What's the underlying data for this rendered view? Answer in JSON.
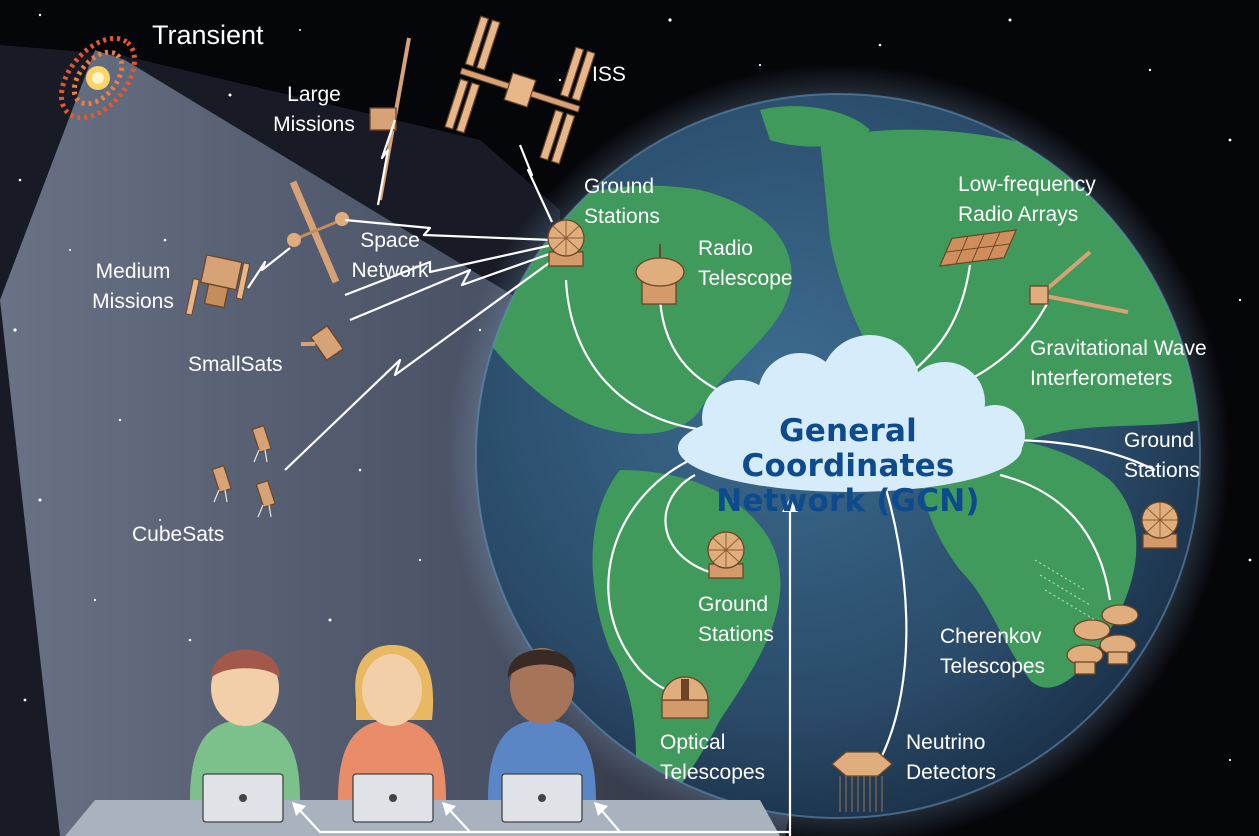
{
  "labels": {
    "transient": "Transient",
    "iss": "ISS",
    "large_missions": [
      "Large",
      "Missions"
    ],
    "space_network": [
      "Space",
      "Network"
    ],
    "medium_missions": [
      "Medium",
      "Missions"
    ],
    "smallsats": "SmallSats",
    "cubesats": "CubeSats",
    "ground_stations_top": [
      "Ground",
      "Stations"
    ],
    "radio_telescope": [
      "Radio",
      "Telescope"
    ],
    "low_frequency_radio_arrays": [
      "Low-frequency",
      "Radio Arrays"
    ],
    "gravitational_wave_interferometers": [
      "Gravitational Wave",
      "Interferometers"
    ],
    "ground_stations_right": [
      "Ground",
      "Stations"
    ],
    "ground_stations_middle": [
      "Ground",
      "Stations"
    ],
    "cherenkov_telescopes": [
      "Cherenkov",
      "Telescopes"
    ],
    "optical_telescopes": [
      "Optical",
      "Telescopes"
    ],
    "neutrino_detectors": [
      "Neutrino",
      "Detectors"
    ]
  },
  "gcn": {
    "line1": "General Coordinates",
    "line2": "Network (GCN)"
  },
  "colors": {
    "space_background": "#05060a",
    "ocean": "#2c4f6e",
    "land": "#3f9a5c",
    "cloud": "#d6ecfa",
    "gcn_text": "#0d4a8e",
    "instrument": "#d7a276",
    "transient": "#ef6a3a"
  }
}
